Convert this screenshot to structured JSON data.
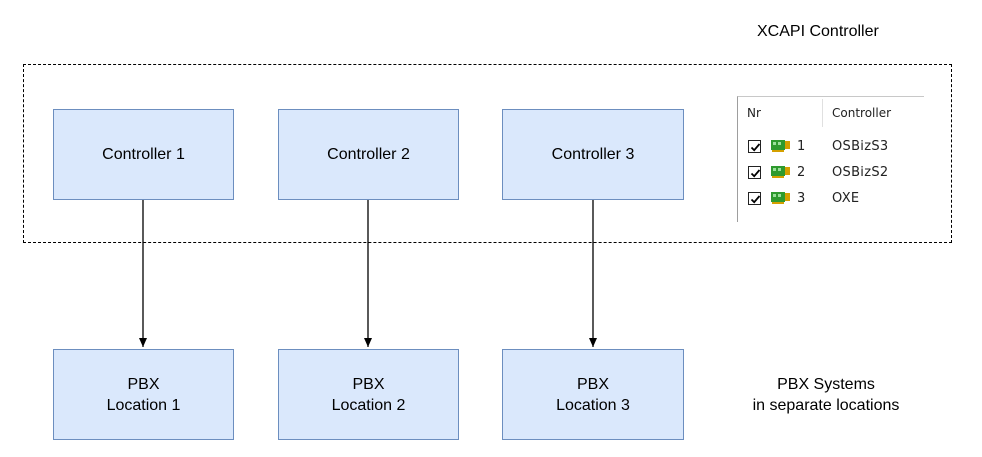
{
  "labels": {
    "top_title": "XCAPI Controller",
    "bottom_title_line1": "PBX Systems",
    "bottom_title_line2": "in separate locations"
  },
  "controllers": [
    {
      "label": "Controller 1"
    },
    {
      "label": "Controller 2"
    },
    {
      "label": "Controller 3"
    }
  ],
  "pbx_nodes": [
    {
      "line1": "PBX",
      "line2": "Location 1"
    },
    {
      "line1": "PBX",
      "line2": "Location 2"
    },
    {
      "line1": "PBX",
      "line2": "Location 3"
    }
  ],
  "controller_table": {
    "col_nr": "Nr",
    "col_controller": "Controller",
    "rows": [
      {
        "checked": true,
        "nr": "1",
        "controller": "OSBizS3"
      },
      {
        "checked": true,
        "nr": "2",
        "controller": "OSBizS2"
      },
      {
        "checked": true,
        "nr": "3",
        "controller": "OXE"
      }
    ]
  },
  "colors": {
    "node_fill": "#dae8fc",
    "node_stroke": "#6c8ebf",
    "card_green": "#2e9a2e",
    "card_gold": "#d4a000"
  }
}
